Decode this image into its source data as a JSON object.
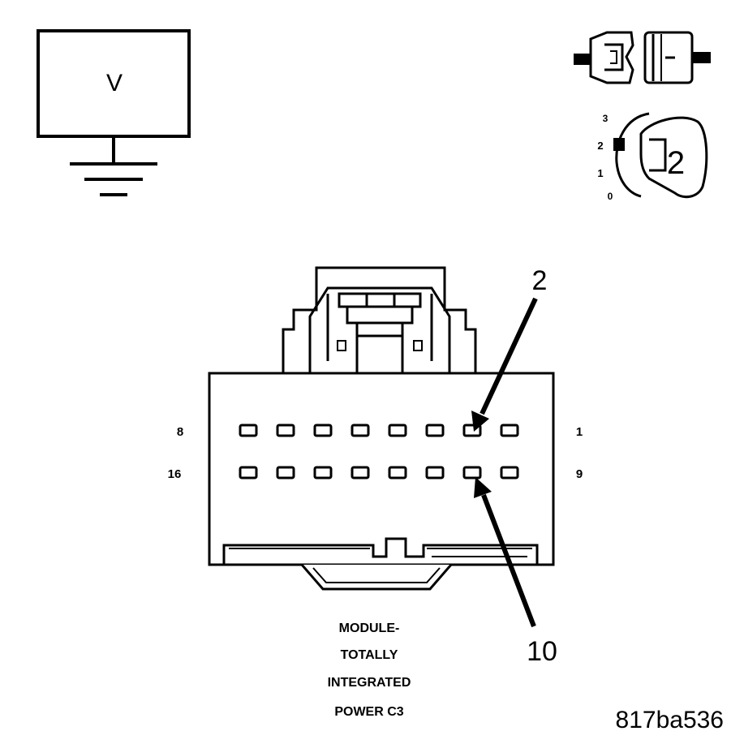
{
  "voltmeter": {
    "label": "V",
    "icon": "voltmeter-to-ground-icon"
  },
  "key_switch": {
    "icon": "ignition-key-icon",
    "positions": [
      "3",
      "2",
      "1",
      "0"
    ],
    "selected": "2"
  },
  "disconnect_icon": "connector-disconnected-icon",
  "connector": {
    "row1_end_labels": {
      "left": "8",
      "right": "1"
    },
    "row2_end_labels": {
      "left": "16",
      "right": "9"
    },
    "callouts": [
      {
        "pin": "2"
      },
      {
        "pin": "10"
      }
    ],
    "caption": [
      "MODULE-",
      "TOTALLY",
      "INTEGRATED",
      "POWER C3"
    ]
  },
  "figure_id": "817ba536"
}
